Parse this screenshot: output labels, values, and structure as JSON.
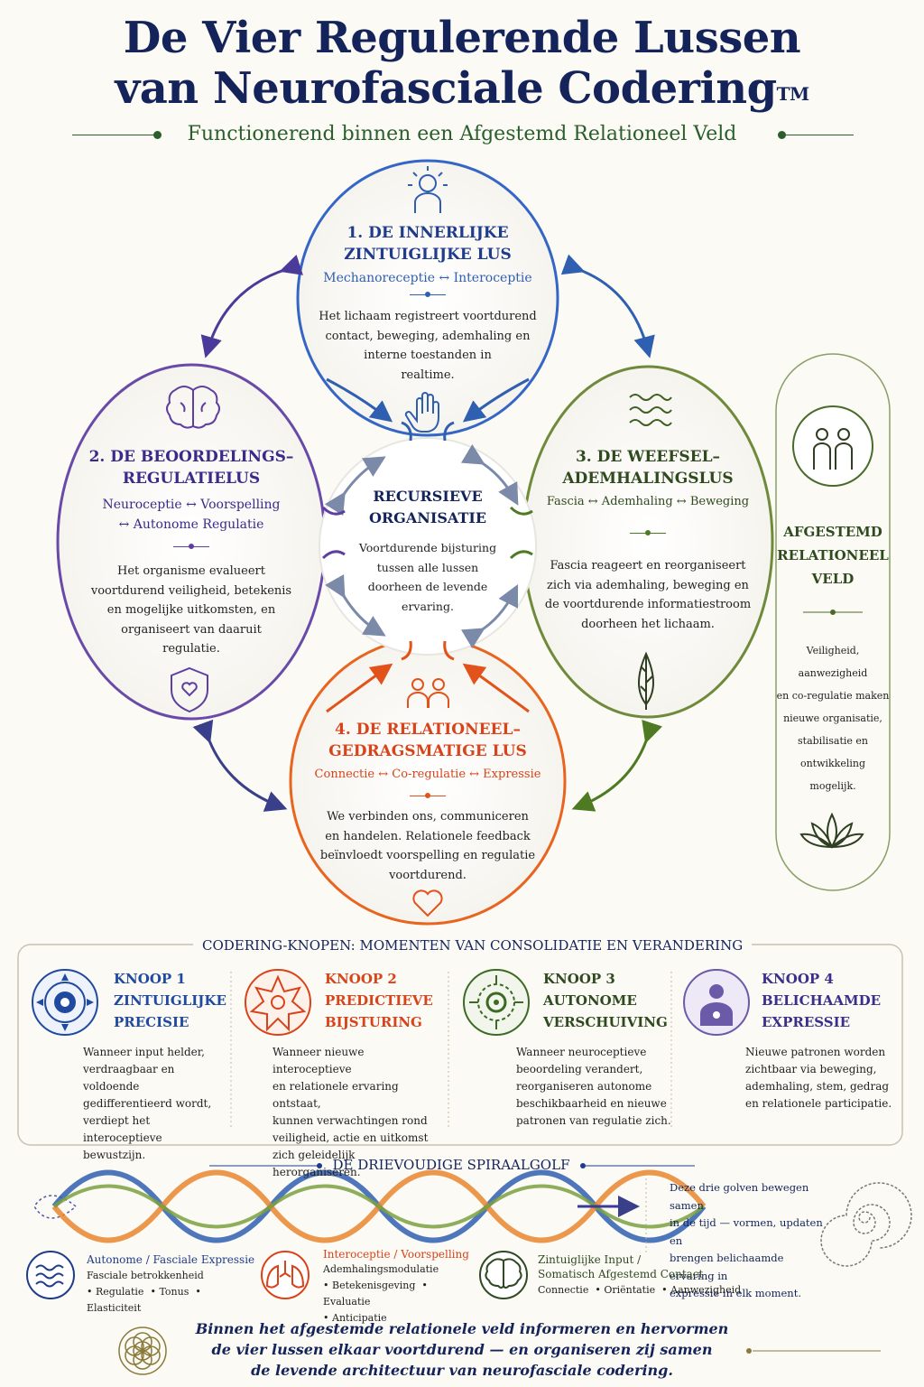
{
  "header": {
    "title_line1": "De Vier Regulerende Lussen",
    "title_line2": "van Neurofasciale Codering",
    "trademark": "TM",
    "subtitle": "Functionerend binnen een Afgestemd Relationeel Veld"
  },
  "loops": {
    "loop1": {
      "title_line1": "1. DE INNERLIJKE",
      "title_line2": "ZINTUIGLIJKE LUS",
      "subtitle": "Mechanoreceptie ↔ Interoceptie",
      "body": [
        "Het lichaam registreert voortdurend",
        "contact, beweging, ademhaling en",
        "interne toestanden in",
        "realtime."
      ],
      "icons": [
        "person-radiant-icon",
        "hand-icon"
      ],
      "color": "#2f62c4"
    },
    "loop2": {
      "title_line1": "2. DE BEOORDELINGS–",
      "title_line2": "REGULATIELUS",
      "subtitle_line1": "Neuroceptie ↔ Voorspelling",
      "subtitle_line2": "↔ Autonome Regulatie",
      "body": [
        "Het organisme evalueert",
        "voortdurend veiligheid, betekenis",
        "en mogelijke uitkomsten, en",
        "organiseert van daaruit",
        "regulatie."
      ],
      "icons": [
        "brain-icon",
        "shield-heart-icon"
      ],
      "color": "#5e3fa0"
    },
    "loop3": {
      "title_line1": "3. DE WEEFSEL–",
      "title_line2": "ADEMHALINGSLUS",
      "subtitle": "Fascia ↔ Ademhaling ↔ Beweging",
      "body": [
        "Fascia reageert en reorganiseert",
        "zich via ademhaling, beweging en",
        "de voortdurende informatiestroom",
        "doorheen het lichaam."
      ],
      "icons": [
        "waves-icon",
        "leaf-icon"
      ],
      "color": "#5a7a2a"
    },
    "loop4": {
      "title_line1": "4. DE RELATIONEEL–",
      "title_line2": "GEDRAGSMATIGE LUS",
      "subtitle": "Connectie ↔ Co-regulatie ↔ Expressie",
      "body": [
        "We verbinden ons, communiceren",
        "en handelen. Relationele feedback",
        "beïnvloedt voorspelling en regulatie",
        "voortdurend."
      ],
      "icons": [
        "two-people-icon",
        "heart-icon"
      ],
      "color": "#e2531b"
    }
  },
  "center": {
    "title_line1": "RECURSIEVE",
    "title_line2": "ORGANISATIE",
    "body": [
      "Voortdurende bijsturing",
      "tussen alle lussen",
      "doorheen de levende",
      "ervaring."
    ]
  },
  "side_panel": {
    "title_line1": "AFGESTEMD",
    "title_line2": "RELATIONEEL",
    "title_line3": "VELD",
    "body": [
      "Veiligheid, aanwezigheid",
      "en co-regulatie maken",
      "nieuwe organisatie,",
      "stabilisatie en",
      "ontwikkeling",
      "mogelijk."
    ],
    "icons": [
      "two-people-icon",
      "lotus-icon"
    ]
  },
  "knopen": {
    "heading": "CODERING-KNOPEN: MOMENTEN VAN CONSOLIDATIE EN VERANDERING",
    "items": [
      {
        "title_line1": "KNOOP 1",
        "title_line2": "ZINTUIGLIJKE",
        "title_line3": "PRECISIE",
        "text": [
          "Wanneer input helder,",
          "verdraagbaar en voldoende",
          "gedifferentieerd wordt,",
          "verdiept het interoceptieve",
          "bewustzijn."
        ],
        "color": "#1f4aa0",
        "icon": "target-compass-icon"
      },
      {
        "title_line1": "KNOOP 2",
        "title_line2": "PREDICTIEVE",
        "title_line3": "BIJSTURING",
        "text": [
          "Wanneer nieuwe interoceptieve",
          "en relationele ervaring ontstaat,",
          "kunnen verwachtingen rond",
          "veiligheid, actie en uitkomst",
          "zich geleidelijk herorganiseren."
        ],
        "color": "#d8431a",
        "icon": "star-burst-icon"
      },
      {
        "title_line1": "KNOOP 3",
        "title_line2": "AUTONOME",
        "title_line3": "VERSCHUIVING",
        "text": [
          "Wanneer neuroceptieve",
          "beoordeling verandert,",
          "reorganiseren autonome",
          "beschikbaarheid en nieuwe",
          "patronen van regulatie zich."
        ],
        "color": "#3d6a22",
        "icon": "target-green-icon"
      },
      {
        "title_line1": "KNOOP 4",
        "title_line2": "BELICHAAMDE",
        "title_line3": "EXPRESSIE",
        "text": [
          "Nieuwe patronen worden",
          "zichtbaar via beweging,",
          "ademhaling, stem, gedrag",
          "en relationele participatie."
        ],
        "color": "#3a2f8a",
        "icon": "person-glow-icon"
      }
    ]
  },
  "spiral": {
    "heading": "DE DRIEVOUDIGE SPIRAALGOLF",
    "description": [
      "Deze drie golven bewegen samen",
      "in de tijd — vormen, updaten en",
      "brengen belichaamde ervaring in",
      "expressie in elk moment."
    ],
    "legend": [
      {
        "title": "Autonome / Fasciale Expressie",
        "line1": "Fasciale betrokkenheid",
        "items": [
          "Regulatie",
          "Tonus",
          "Elasticiteit"
        ],
        "icon": "waves-icon",
        "color": "#1f3c8c"
      },
      {
        "title": "Interoceptie / Voorspelling",
        "line1": "Ademhalingsmodulatie",
        "items": [
          "Betekenisgeving",
          "Evaluatie",
          "Anticipatie"
        ],
        "icon": "lungs-icon",
        "color": "#d8431a"
      },
      {
        "title_line1": "Zintuiglijke Input /",
        "title_line2": "Somatisch Afgestemd Contact",
        "items": [
          "Connectie",
          "Oriëntatie",
          "Aanwezigheid"
        ],
        "icon": "brain-leaf-icon",
        "color": "#2f4a22"
      }
    ]
  },
  "closing": {
    "line1": "Binnen het afgestemde relationele veld informeren en hervormen",
    "line2": "de vier lussen elkaar voortdurend — en organiseren zij samen",
    "line3": "de levende architectuur van neurofasciale codering.",
    "icon": "flower-of-life-icon"
  }
}
